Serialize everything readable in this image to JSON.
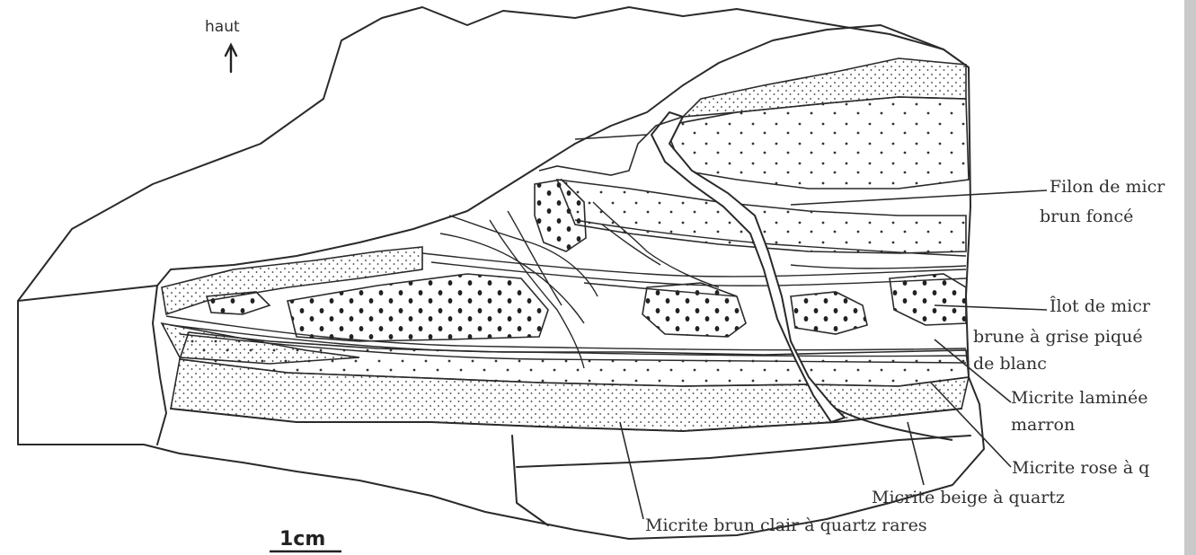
{
  "orientation_label": "haut",
  "scale_bar_label": "1cm",
  "legend_labels": {
    "filon_line1": "Filon de micr",
    "filon_line2": "brun foncé",
    "ilot_line1": "Îlot de micr",
    "ilot_line2": "brune à grise piqué",
    "ilot_line3": "de blanc",
    "laminee_line1": "Micrite laminée",
    "laminee_line2": "marron",
    "rose": "Micrite rose à q",
    "beige": "Micrite beige à quartz",
    "brun_clair": "Micrite brun clair à quartz rares"
  },
  "colors": {
    "ink": "#2a2a2a",
    "paper": "#ffffff",
    "margin_strip": "#c9c9c9"
  }
}
